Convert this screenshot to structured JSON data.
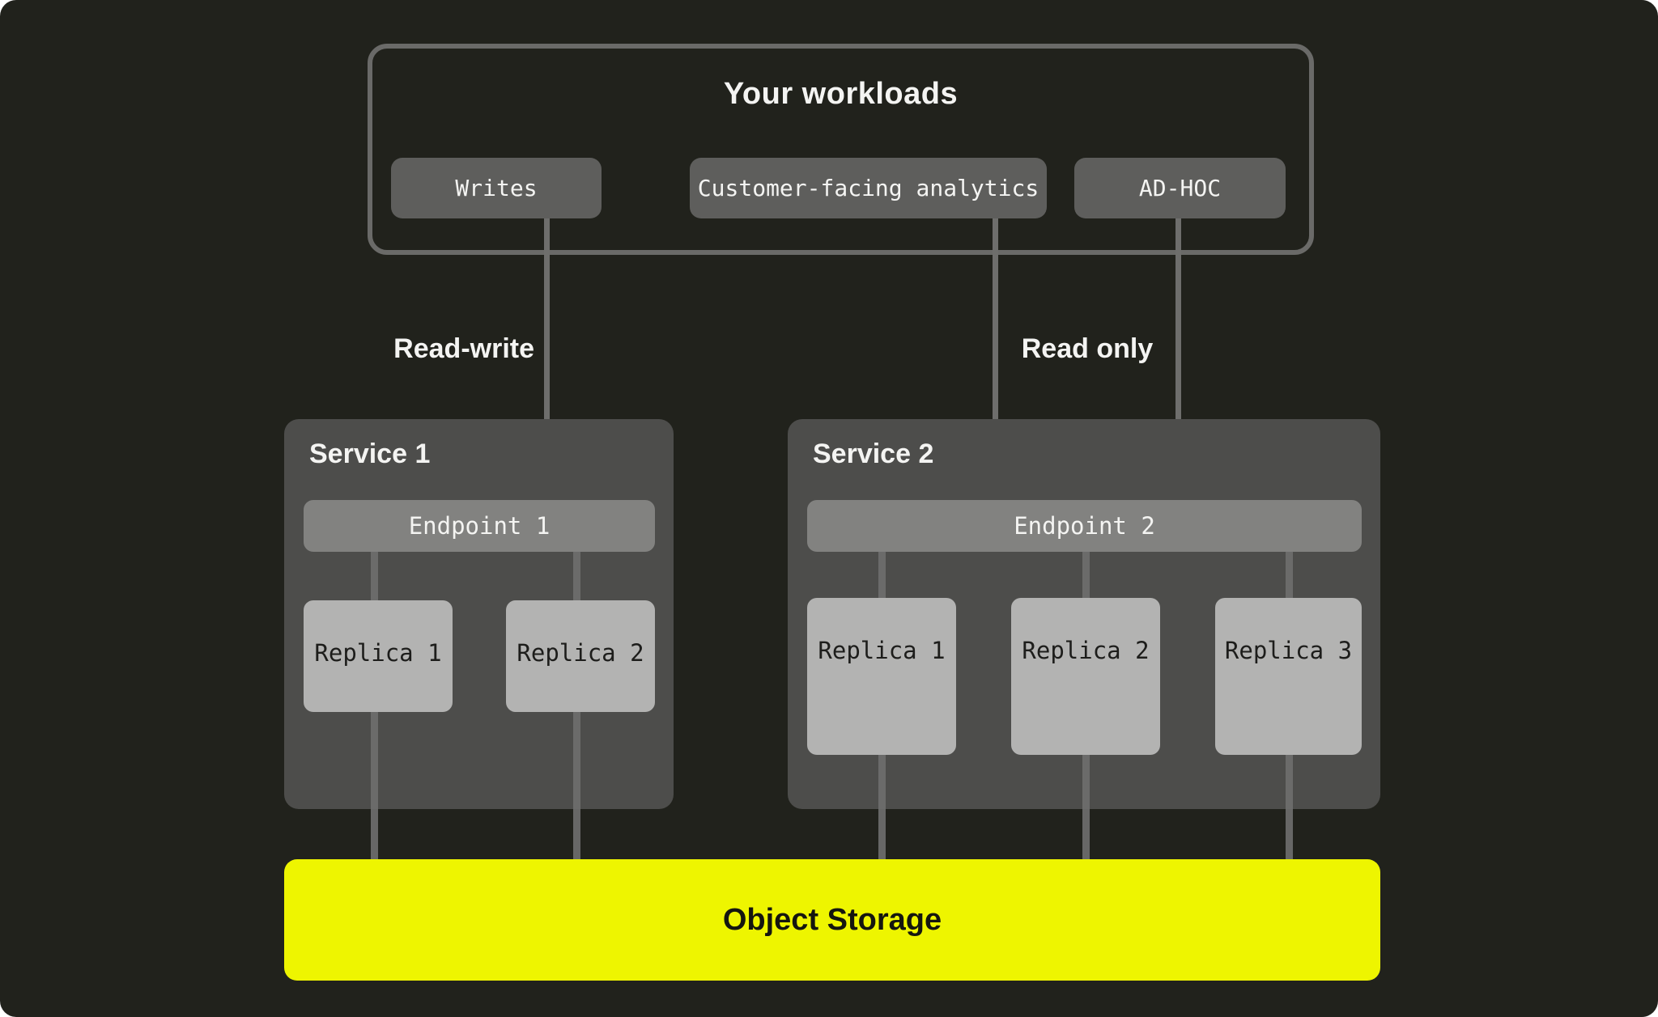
{
  "colors": {
    "page-bg": "#ffffff",
    "panel-bg": "#21221c",
    "box-border": "#6a6a68",
    "chip-bg": "#5e5e5c",
    "service-bg": "#4d4d4b",
    "endpoint-bg": "#828280",
    "replica-bg": "#b3b3b2",
    "line": "#6e6e6c",
    "storage-bg": "#eef500",
    "text-light": "#f4f4f2",
    "text-dark": "#1d1d1b"
  },
  "workloads": {
    "title": "Your workloads",
    "chips": [
      {
        "label": "Writes"
      },
      {
        "label": "Customer-facing analytics"
      },
      {
        "label": "AD-HOC"
      }
    ]
  },
  "edges": {
    "read_write": "Read-write",
    "read_only": "Read only"
  },
  "services": [
    {
      "title": "Service 1",
      "endpoint": "Endpoint 1",
      "replicas": [
        "Replica 1",
        "Replica 2"
      ]
    },
    {
      "title": "Service 2",
      "endpoint": "Endpoint 2",
      "replicas": [
        "Replica 1",
        "Replica 2",
        "Replica 3"
      ]
    }
  ],
  "storage": {
    "label": "Object Storage"
  }
}
